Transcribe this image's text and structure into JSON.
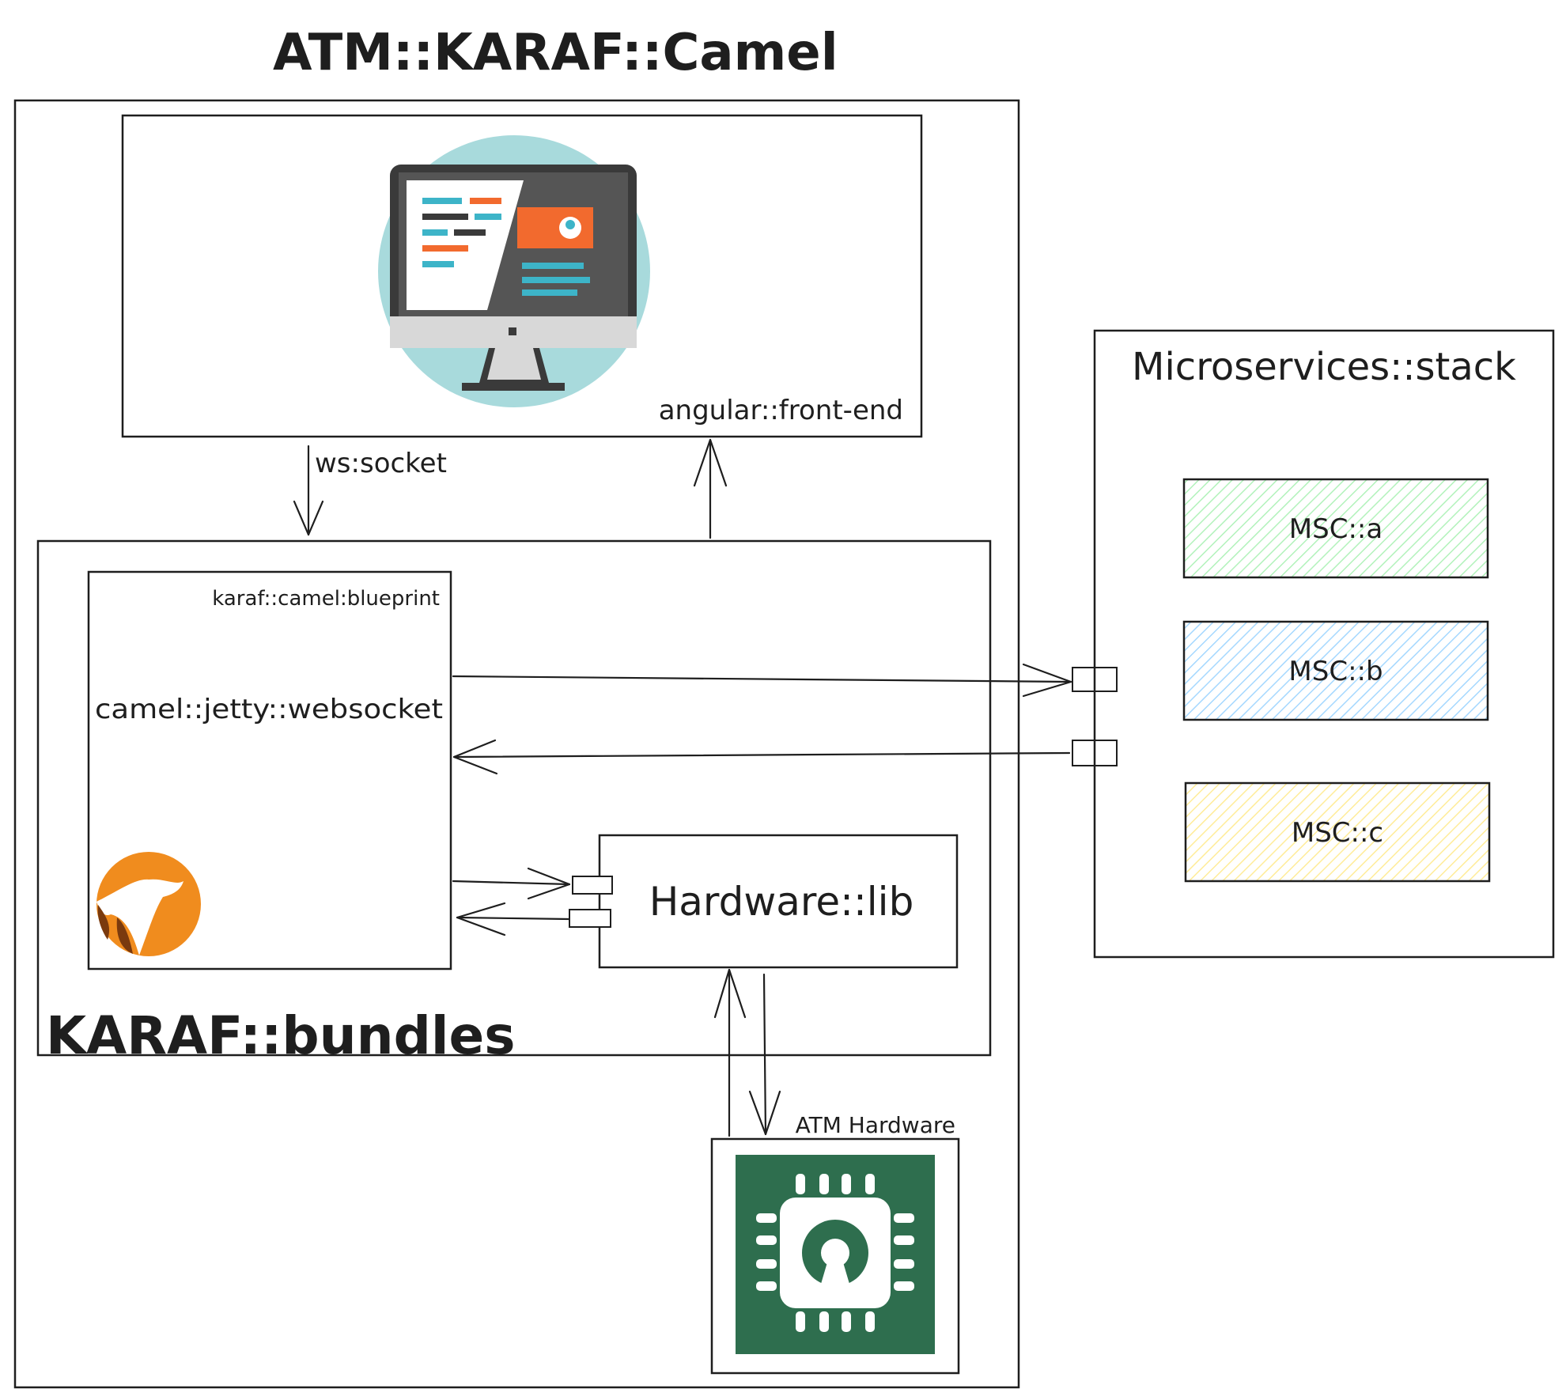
{
  "title": "ATM::KARAF::Camel",
  "frontend": {
    "label": "angular::front-end",
    "icon": "monitor-icon"
  },
  "edges": {
    "ws_socket": "ws:socket"
  },
  "bundles": {
    "label": "KARAF::bundles",
    "blueprint": {
      "label": "karaf::camel:blueprint",
      "component": "camel::jetty::websocket",
      "icon": "camel-logo-icon"
    },
    "hardware_lib": {
      "label": "Hardware::lib"
    }
  },
  "hardware": {
    "label": "ATM Hardware",
    "icon": "chip-icon"
  },
  "microservices": {
    "label": "Microservices::stack",
    "services": [
      {
        "label": "MSC::a",
        "color": "#b2f2bb"
      },
      {
        "label": "MSC::b",
        "color": "#a5d8ff"
      },
      {
        "label": "MSC::c",
        "color": "#ffec99"
      }
    ]
  },
  "colors": {
    "stroke": "#1e1e1e",
    "monitor_circle": "#a8dadc",
    "monitor_orange": "#f26a2e",
    "monitor_blue": "#3db4c8",
    "monitor_dark": "#3a3a3a",
    "chip_green": "#2e6e4e",
    "camel_orange": "#f08c1e"
  }
}
